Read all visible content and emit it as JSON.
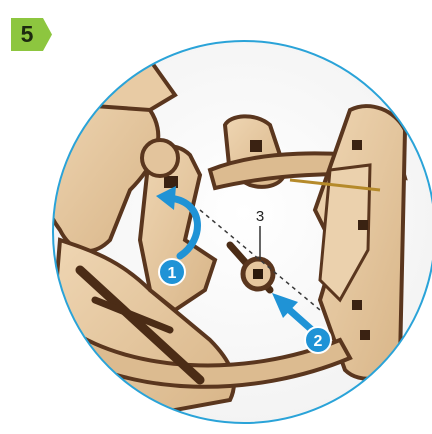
{
  "step": {
    "number": "5"
  },
  "callouts": [
    {
      "number": "1",
      "action": "rotate"
    },
    {
      "number": "2",
      "action": "insert"
    }
  ],
  "part": {
    "label": "3"
  },
  "colors": {
    "badge": "#8dc63f",
    "circle_border": "#2aa3d8",
    "arrow": "#1f93d6",
    "wood": "#e6c9a3",
    "wood_edge": "#5a361e"
  }
}
